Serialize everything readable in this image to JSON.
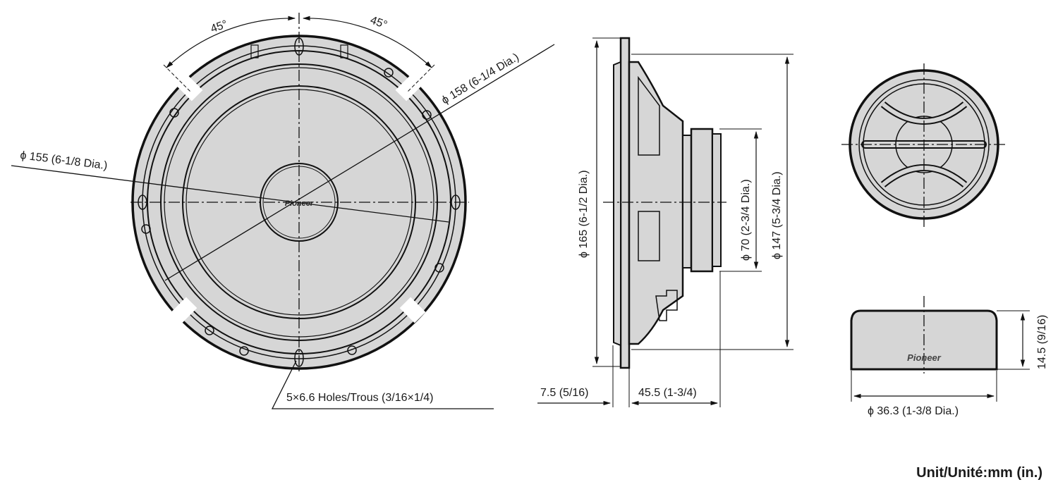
{
  "front_view": {
    "angle_left": "45°",
    "angle_right": "45°",
    "dia_158": "ϕ 158 (6-1/4 Dia.)",
    "dia_155": "ϕ 155 (6-1/8 Dia.)",
    "holes": "5×6.6 Holes/Trous (3/16×1/4)",
    "logo": "Pioneer"
  },
  "side_view": {
    "dia_165": "ϕ 165 (6-1/2 Dia.)",
    "dia_70": "ϕ 70 (2-3/4 Dia.)",
    "dia_147": "ϕ 147 (5-3/4 Dia.)",
    "depth_front": "7.5 (5/16)",
    "depth_rear": "45.5 (1-3/4)"
  },
  "tweeter": {
    "height": "14.5 (9/16)",
    "diameter": "ϕ 36.3 (1-3/8 Dia.)",
    "logo": "Pioneer"
  },
  "footer": {
    "unit": "Unit/Unité:mm (in.)"
  },
  "colors": {
    "fill": "#d6d6d6",
    "stroke": "#111111"
  }
}
